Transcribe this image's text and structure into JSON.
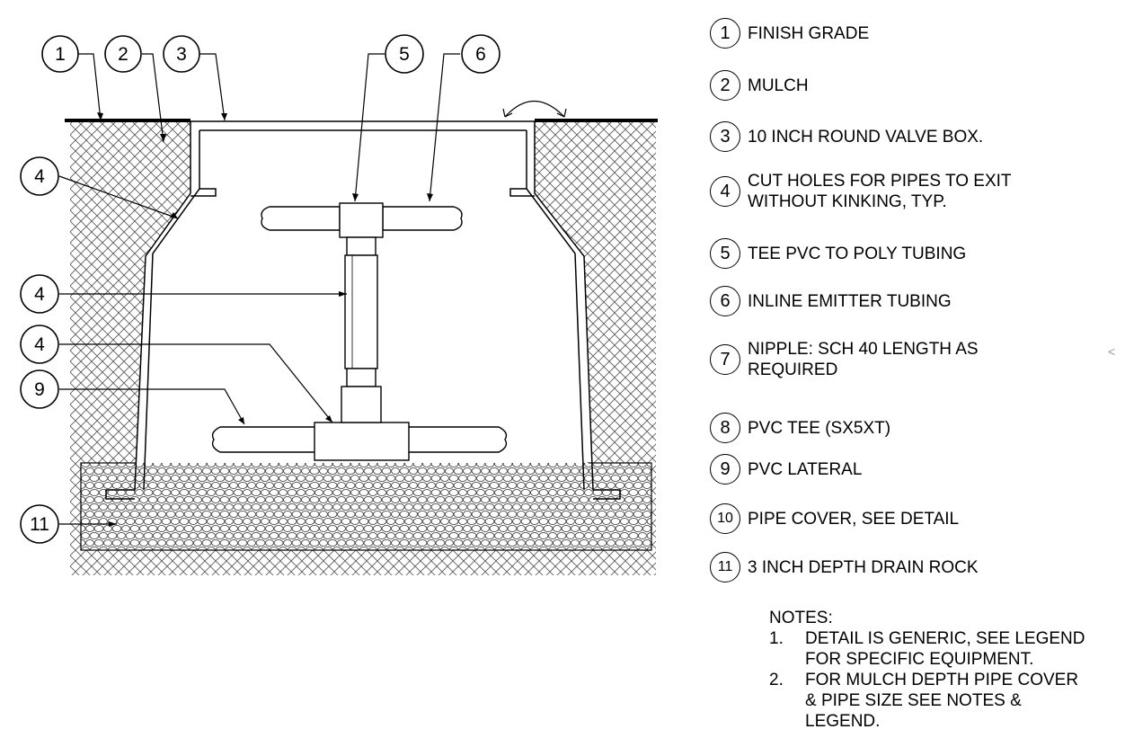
{
  "callouts": [
    "1",
    "2",
    "3",
    "5",
    "6",
    "4",
    "4",
    "4",
    "9",
    "11"
  ],
  "legend": [
    {
      "num": "1",
      "text": "FINISH GRADE"
    },
    {
      "num": "2",
      "text": "MULCH"
    },
    {
      "num": "3",
      "text": "10 INCH ROUND VALVE BOX."
    },
    {
      "num": "4",
      "text": "CUT HOLES FOR PIPES TO EXIT\nWITHOUT KINKING, TYP."
    },
    {
      "num": "5",
      "text": "TEE PVC TO POLY TUBING"
    },
    {
      "num": "6",
      "text": "INLINE EMITTER TUBING"
    },
    {
      "num": "7",
      "text": "NIPPLE: SCH 40 LENGTH AS\nREQUIRED"
    },
    {
      "num": "8",
      "text": "PVC TEE (SX5XT)"
    },
    {
      "num": "9",
      "text": "PVC LATERAL"
    },
    {
      "num": "10",
      "text": "PIPE COVER, SEE DETAIL"
    },
    {
      "num": "11",
      "text": "3 INCH DEPTH DRAIN ROCK"
    }
  ],
  "notes": {
    "heading": "NOTES:",
    "items": [
      {
        "num": "1.",
        "text": "DETAIL IS GENERIC, SEE LEGEND\nFOR SPECIFIC EQUIPMENT."
      },
      {
        "num": "2.",
        "text": "FOR MULCH  DEPTH PIPE COVER\n& PIPE SIZE SEE NOTES &\nLEGEND."
      }
    ]
  },
  "stray_mark": "<"
}
